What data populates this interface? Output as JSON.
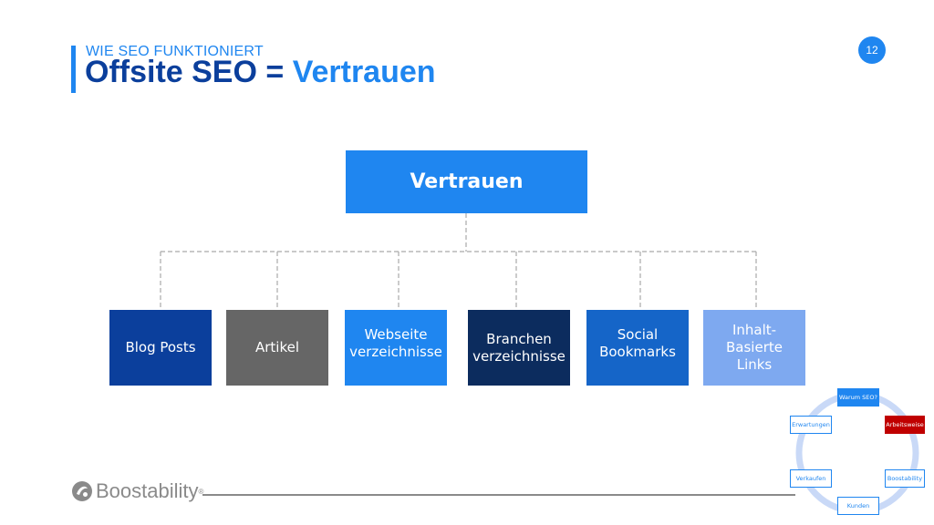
{
  "header": {
    "subtitle": "WIE SEO FUNKTIONIERT",
    "title_main": "Offsite SEO =",
    "title_accent": "Vertrauen"
  },
  "page_number": "12",
  "diagram": {
    "root": "Vertrauen",
    "children": [
      {
        "lines": [
          "Blog Posts"
        ],
        "color": "#0b3f9c"
      },
      {
        "lines": [
          "Artikel"
        ],
        "color": "#666666"
      },
      {
        "lines": [
          "Webseite",
          "verzeichnisse"
        ],
        "color": "#1f86f0"
      },
      {
        "lines": [
          "Branchen",
          "verzeichnisse"
        ],
        "color": "#0c2c5e"
      },
      {
        "lines": [
          "Social",
          "Bookmarks"
        ],
        "color": "#1565c8"
      },
      {
        "lines": [
          "Inhalt-",
          "Basierte",
          "Links"
        ],
        "color": "#7ea9f0"
      }
    ]
  },
  "cycle": {
    "top": "Warum SEO?",
    "top_right": "Arbeitsweise",
    "bottom_right": "Boostability",
    "bottom": "Kunden",
    "bottom_left": "Verkaufen",
    "top_left": "Erwartungen"
  },
  "logo": {
    "text": "Boostability",
    "tm": "®"
  }
}
